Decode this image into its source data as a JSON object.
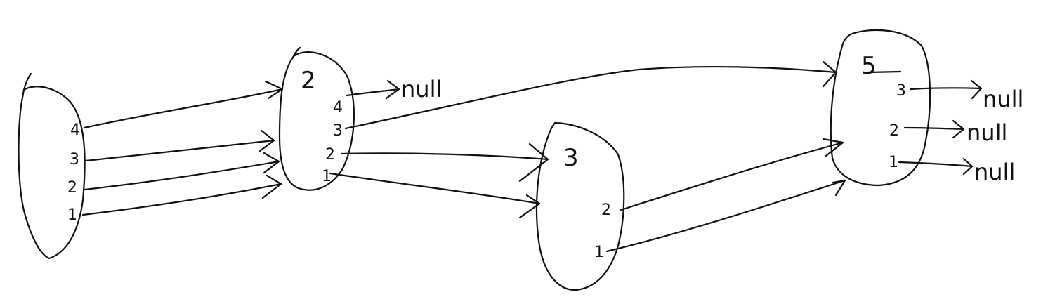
{
  "diagram": {
    "style": "handwritten sketch",
    "stroke_color": "#111111",
    "background": "#ffffff",
    "nodes": [
      {
        "id": "header",
        "title": "",
        "slots": [
          "4",
          "3",
          "2",
          "1"
        ]
      },
      {
        "id": "node-2",
        "title": "2",
        "slots": [
          "4",
          "3",
          "2",
          "1"
        ]
      },
      {
        "id": "node-3",
        "title": "3",
        "slots": [
          "2",
          "1"
        ]
      },
      {
        "id": "node-5",
        "title": "5",
        "slots": [
          "3",
          "2",
          "1"
        ]
      }
    ],
    "null_label": "null",
    "edges": [
      {
        "from": "header",
        "level": "4",
        "to": "node-2"
      },
      {
        "from": "header",
        "level": "3",
        "to": "node-2"
      },
      {
        "from": "header",
        "level": "2",
        "to": "node-2"
      },
      {
        "from": "header",
        "level": "1",
        "to": "node-2"
      },
      {
        "from": "node-2",
        "level": "4",
        "to": "null"
      },
      {
        "from": "node-2",
        "level": "3",
        "to": "node-5"
      },
      {
        "from": "node-2",
        "level": "2",
        "to": "node-3"
      },
      {
        "from": "node-2",
        "level": "1",
        "to": "node-3"
      },
      {
        "from": "node-3",
        "level": "2",
        "to": "node-5"
      },
      {
        "from": "node-3",
        "level": "1",
        "to": "node-5"
      },
      {
        "from": "node-5",
        "level": "3",
        "to": "null"
      },
      {
        "from": "node-5",
        "level": "2",
        "to": "null"
      },
      {
        "from": "node-5",
        "level": "1",
        "to": "null"
      }
    ]
  }
}
